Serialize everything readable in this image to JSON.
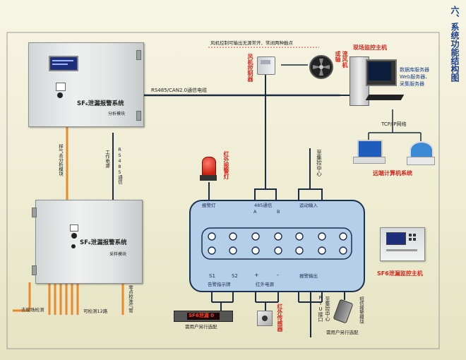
{
  "page": {
    "section_title": "六、系统功能结构图"
  },
  "cabinet_top": {
    "title": "SF₆泄漏报警系统",
    "module": "分析模块"
  },
  "cabinet_bottom": {
    "title": "SF₆泄漏报警系统",
    "module": "采样模块"
  },
  "labels": {
    "fan_control_note": "风机控制可输出无源常开、常闭两种触点",
    "fan_controller": "风机控制器",
    "axial_fan": "或轴流风机",
    "axial_fan_line1": "或轴",
    "axial_fan_line2": "流风机",
    "monitor_host": "现场监控主机",
    "servers": [
      "数据库服务器",
      "Web服务器、",
      "采集服务器"
    ],
    "tcpip": "TCP/IP网络",
    "remote_system": "远端计算机系统",
    "rs485_can": "RS485/CAN2.0通信电缆",
    "gas_to_analysis": "样气去分析模块",
    "work_power": "工作电源",
    "rs485_comm": "RS485通信",
    "alarm_light": "红外报警灯",
    "to_center_top": "至集控中心",
    "site_detection": "去现场检测",
    "detect_12": "可检测12路",
    "zero_check": "零点校准气管",
    "sf6_host": "SF6泄漏监控主机",
    "display_note": "需用户另行选配",
    "ir_sensor": "红外传感器",
    "rtu_port": "RTU接口",
    "to_center_bottom": "至集控中心",
    "sms_module": "短信报警模块",
    "sms_note": "需用户另行选配"
  },
  "panel": {
    "alarm_light": "报警灯",
    "comm_485": "485通信",
    "a": "A",
    "b": "B",
    "motion_input": "运动输入",
    "s1": "S1",
    "s2": "S2",
    "plus": "+",
    "minus": "-",
    "voice_output": "告警指示牌",
    "ir_power": "红外电源",
    "alarm_output": "报警输出"
  },
  "display_text": "SF6泄漏 0",
  "colors": {
    "red_text": "#d8261c",
    "blue_text": "#1a3f8c",
    "panel_fill": "#b5cfe9",
    "orange_line": "#e98a2a"
  }
}
